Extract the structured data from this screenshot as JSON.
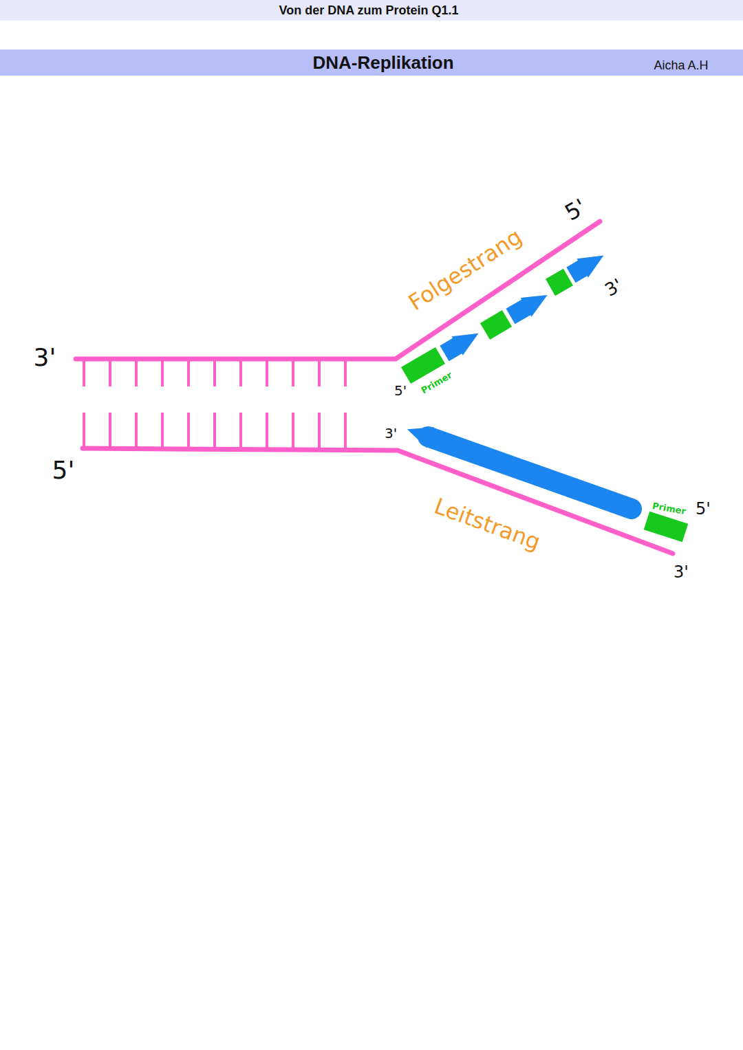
{
  "diagram": {
    "title": "DNA-Replikation",
    "labels": [
      "Von der DNA zum Protein Q1.1",
      "Aicha A.H",
      "3'",
      "5'",
      "Folgestrang",
      "5'",
      "3'",
      "5'",
      "Primer",
      "3'",
      "Leitstrang",
      "Primer",
      "5'",
      "3'"
    ]
  }
}
